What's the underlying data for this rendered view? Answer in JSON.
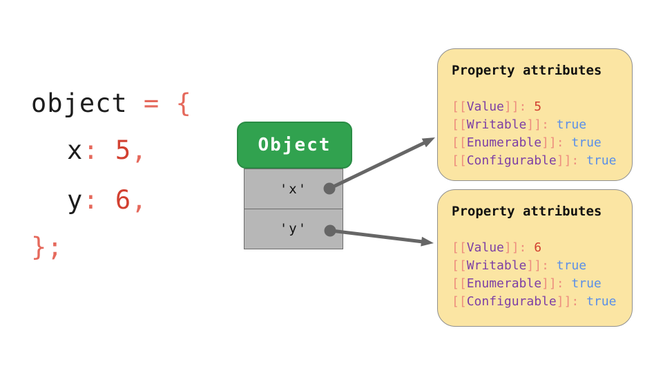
{
  "colors": {
    "background": "#ffffff",
    "code_text": "#1d1d1d",
    "punctuation_salmon": "#e5695c",
    "number_red": "#d24030",
    "bracket_salmon": "#ed8d7e",
    "attribute_purple": "#7d3fa5",
    "boolean_blue": "#5b8fe8",
    "object_green": "#31a24f",
    "table_gray": "#b7b7b7",
    "note_yellow": "#fbe5a3",
    "arrow_gray": "#666666"
  },
  "code": {
    "l1_ident": "object",
    "l1_punct": " = {",
    "l2_key": "x",
    "l2_colon": ": ",
    "l2_value": "5",
    "l2_comma": ",",
    "l3_key": "y",
    "l3_colon": ": ",
    "l3_value": "6",
    "l3_comma": ",",
    "l4_punct": "};"
  },
  "diagram": {
    "object_label": "Object",
    "rows": [
      {
        "key": "'x'"
      },
      {
        "key": "'y'"
      }
    ]
  },
  "boxes": [
    {
      "title": "Property attributes",
      "entries": [
        {
          "open": "[[",
          "name": "Value",
          "close": "]]: ",
          "value": "5"
        },
        {
          "open": "[[",
          "name": "Writable",
          "close": "]]: ",
          "value": "true"
        },
        {
          "open": "[[",
          "name": "Enumerable",
          "close": "]]: ",
          "value": "true"
        },
        {
          "open": "[[",
          "name": "Configurable",
          "close": "]]: ",
          "value": "true"
        }
      ]
    },
    {
      "title": "Property attributes",
      "entries": [
        {
          "open": "[[",
          "name": "Value",
          "close": "]]: ",
          "value": "6"
        },
        {
          "open": "[[",
          "name": "Writable",
          "close": "]]: ",
          "value": "true"
        },
        {
          "open": "[[",
          "name": "Enumerable",
          "close": "]]: ",
          "value": "true"
        },
        {
          "open": "[[",
          "name": "Configurable",
          "close": "]]: ",
          "value": "true"
        }
      ]
    }
  ]
}
